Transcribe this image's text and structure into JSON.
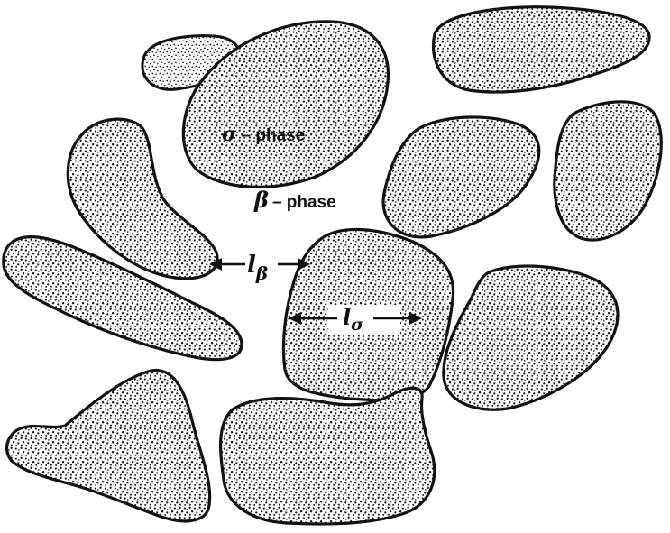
{
  "labels": {
    "sigma_phase": {
      "symbol": "σ",
      "text": " – phase"
    },
    "beta_phase": {
      "symbol": "β",
      "text": "– phase"
    },
    "beta_length": {
      "base": "l",
      "subscript": "β"
    },
    "sigma_length": {
      "base": "l",
      "subscript": "σ"
    }
  }
}
